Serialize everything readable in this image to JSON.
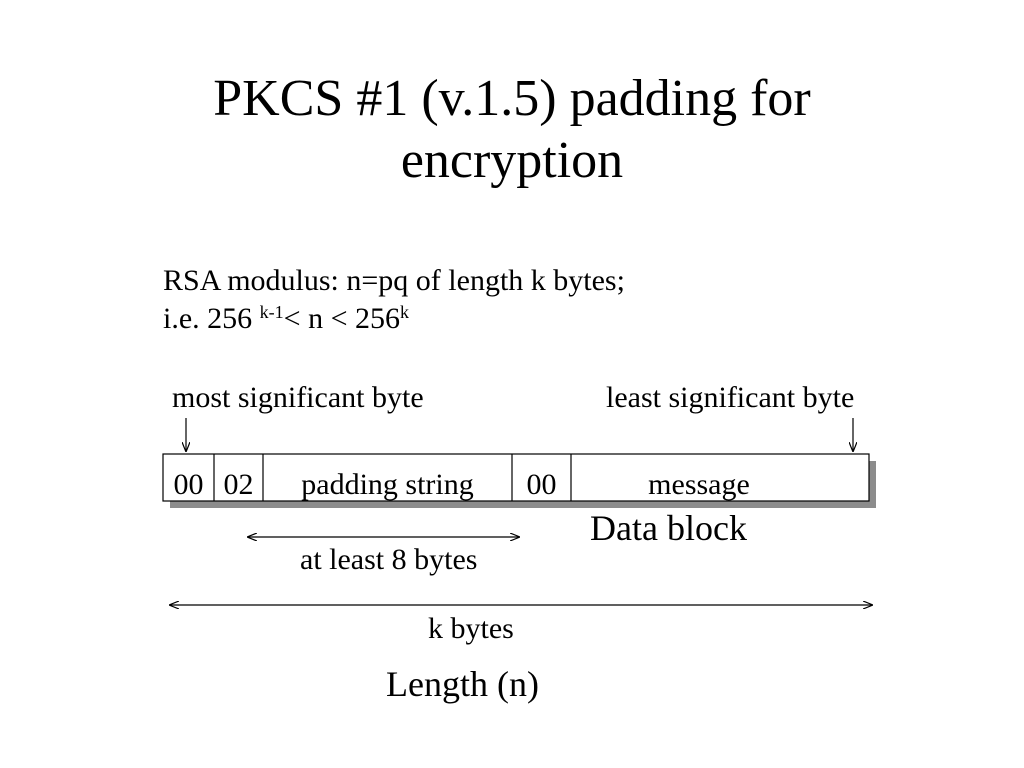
{
  "title": {
    "line1": "PKCS #1 (v.1.5) padding for",
    "line2": "encryption"
  },
  "modulus": {
    "line1": "RSA modulus: n=pq of length k bytes;",
    "line2_prefix": "i.e. 256 ",
    "sup1": "k-1",
    "middle": "< n < 256",
    "sup2": "k"
  },
  "labels": {
    "msb": "most significant byte",
    "lsb": "least significant byte",
    "data_block": "Data block",
    "at_least": "at least 8 bytes",
    "k_bytes": "k bytes",
    "length": "Length (n)"
  },
  "block": {
    "cells": [
      "00",
      "02",
      "padding string",
      "00",
      "message"
    ]
  },
  "colors": {
    "stroke": "#000000",
    "shadow": "#8c8c8c"
  }
}
